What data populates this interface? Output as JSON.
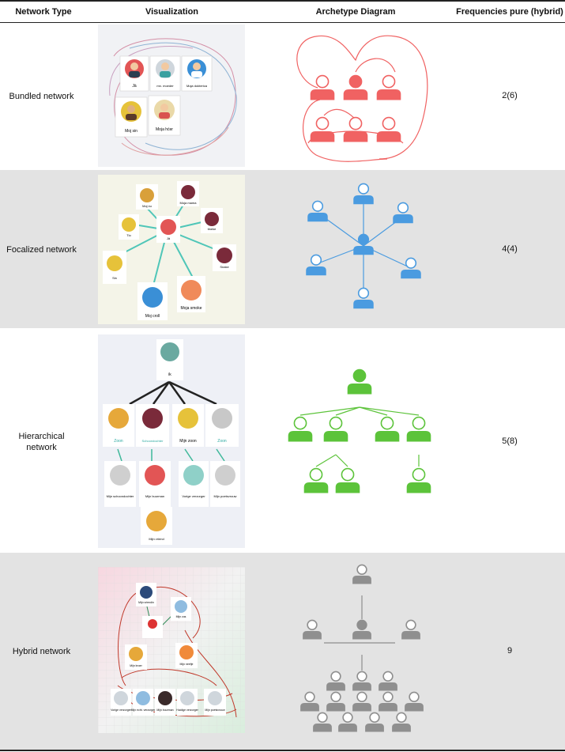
{
  "header": {
    "col1": "Network Type",
    "col2": "Visualization",
    "col3": "Archetype Diagram",
    "col4": "Frequencies pure (hybrid)"
  },
  "rows": [
    {
      "type": "Bundled network",
      "frequency": "2(6)",
      "color": "#f06262",
      "photo_labels": [
        "Jä",
        "mn. moeder",
        "Moja dokterica",
        "Moj sin",
        "Moja hćer"
      ]
    },
    {
      "type": "Focalized network",
      "frequency": "4(4)",
      "color": "#4a9be0",
      "photo_labels": [
        "Moj ću",
        "Moja mama",
        "Tio",
        "Jä",
        "tineke",
        "Sin",
        "Snake",
        "Moj croll",
        "Moja smoke"
      ]
    },
    {
      "type_line1": "Hierarchical",
      "type_line2": "network",
      "frequency": "5(8)",
      "color": "#5cc33a",
      "photo_labels": [
        "ik",
        "Zoon",
        "Schoondochter",
        "Mijn zoon",
        "Zoon",
        "Mijn schoondochter",
        "Mijn buurman",
        "Vorige verzorger",
        "Mijn poetsvrouw",
        "Mijn vriend"
      ]
    },
    {
      "type": "Hybrid network",
      "frequency": "9",
      "color": "#8f8f8f",
      "photo_labels": [
        "Mijn vriendin",
        "Mijn zus",
        "Mijn broer",
        "Mijn neefje",
        "Vorige verzorger",
        "Mijn echt. verzorger",
        "Mijn buurman",
        "Huidige verzorger",
        "Mijn poetsvrouw"
      ]
    }
  ]
}
